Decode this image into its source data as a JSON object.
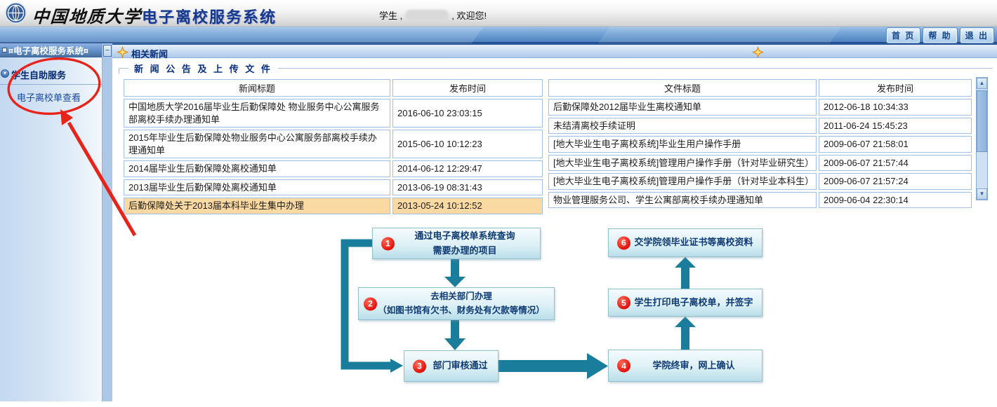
{
  "header": {
    "university_name": "中国地质大学",
    "system_title": "电子离校服务系统",
    "welcome_prefix": "学生 ,",
    "welcome_suffix": ", 欢迎您!"
  },
  "navbar": {
    "links": [
      {
        "label": "首 页"
      },
      {
        "label": "帮 助"
      },
      {
        "label": "退 出"
      }
    ]
  },
  "sidebar": {
    "title": "¤电子离校服务系统¤",
    "collapse_label": "−",
    "section": "学生自助服务",
    "items": [
      {
        "label": "电子离校单查看"
      }
    ]
  },
  "main": {
    "header_title": "相关新闻",
    "legend": "新 闻 公 告 及 上 传 文 件",
    "news_table": {
      "headers": [
        "新闻标题",
        "发布时间"
      ],
      "rows": [
        {
          "title": "中国地质大学2016届毕业生后勤保障处 物业服务中心公寓服务部离校手续办理通知单",
          "date": "2016-06-10 23:03:15"
        },
        {
          "title": "2015年毕业生后勤保障处物业服务中心公寓服务部离校手续办理通知单",
          "date": "2015-06-10 10:12:23"
        },
        {
          "title": "2014届毕业生后勤保障处离校通知单",
          "date": "2014-06-12 12:29:47"
        },
        {
          "title": "2013届毕业生后勤保障处离校通知单",
          "date": "2013-06-19 08:31:43"
        },
        {
          "title": "后勤保障处关于2013届本科毕业生集中办理",
          "date": "2013-05-24 10:12:52",
          "highlight": true
        }
      ]
    },
    "file_table": {
      "headers": [
        "文件标题",
        "发布时间"
      ],
      "rows": [
        {
          "title": "后勤保障处2012届毕业生离校通知单",
          "date": "2012-06-18 10:34:33"
        },
        {
          "title": "未结清离校手续证明",
          "date": "2011-06-24 15:45:23"
        },
        {
          "title": "[地大毕业生电子离校系统]毕业生用户操作手册",
          "date": "2009-06-07 21:58:01"
        },
        {
          "title": "[地大毕业生电子离校系统]管理用户操作手册（针对毕业研究生）",
          "date": "2009-06-07 21:57:44"
        },
        {
          "title": "[地大毕业生电子离校系统]管理用户操作手册（针对毕业本科生）",
          "date": "2009-06-07 21:57:24"
        },
        {
          "title": "物业管理服务公司、学生公寓部离校手续办理通知单",
          "date": "2009-06-04 22:30:14"
        }
      ]
    }
  },
  "flowchart": {
    "steps": [
      {
        "num": "1",
        "lines": [
          "通过电子离校单系统查询",
          "需要办理的项目"
        ]
      },
      {
        "num": "2",
        "lines": [
          "去相关部门办理",
          "（如图书馆有欠书、财务处有欠款等情况）"
        ]
      },
      {
        "num": "3",
        "lines": [
          "部门审核通过"
        ]
      },
      {
        "num": "4",
        "lines": [
          "学院终审，网上确认"
        ]
      },
      {
        "num": "5",
        "lines": [
          "学生打印电子离校单，并签字"
        ]
      },
      {
        "num": "6",
        "lines": [
          "交学院领毕业证书等离校资料"
        ]
      }
    ]
  },
  "colors": {
    "arrow_teal": "#1b7d9c",
    "step_red": "#e30e08",
    "highlight_row": "#fbd9a2",
    "navbar_blue": "#5d8fc8",
    "title_navy": "#16388e",
    "annotation_red": "#e8241a"
  }
}
